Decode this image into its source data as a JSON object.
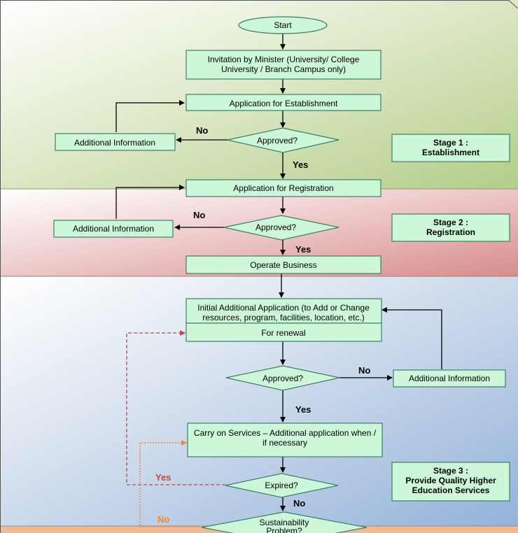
{
  "nodes": {
    "start": "Start",
    "invitation": [
      "Invitation by Minister (University/ College",
      "University / Branch Campus only)"
    ],
    "app_establishment": "Application for Establishment",
    "approved1": "Approved?",
    "info1": "Additional Information",
    "app_registration": "Application for Registration",
    "approved2": "Approved?",
    "info2": "Additional Information",
    "operate": "Operate Business",
    "initial_app": [
      "Initial Additional Application (to Add or Change",
      "resources, program, facilities, location, etc.)"
    ],
    "renewal": "For renewal",
    "approved3": "Approved?",
    "info3": "Additional Information",
    "carry_on": [
      "Carry on Services – Additional application when /",
      "if necessary"
    ],
    "expired": "Expired?",
    "sustainability": [
      "Sustainability",
      "Problem?"
    ]
  },
  "labels": {
    "no1": "No",
    "yes1": "Yes",
    "no2": "No",
    "yes2": "Yes",
    "no3": "No",
    "yes3": "Yes",
    "yes_expired": "Yes",
    "no_expired": "No",
    "no_sustain": "No"
  },
  "stages": {
    "stage1": [
      "Stage 1 :",
      "Establishment"
    ],
    "stage2": [
      "Stage 2 :",
      "Registration"
    ],
    "stage3": [
      "Stage 3 :",
      "Provide Quality Higher",
      "Education Services"
    ]
  },
  "colors": {
    "box_fill": "#ccf7d9",
    "stage1_bg": "#b9d28f",
    "stage2_bg": "#dc9c9c",
    "stage3_bg": "#a8c0e0",
    "stage4_bg": "#f6b98c",
    "dashed_red": "#c9473f",
    "dotted_orange": "#ee8833"
  }
}
